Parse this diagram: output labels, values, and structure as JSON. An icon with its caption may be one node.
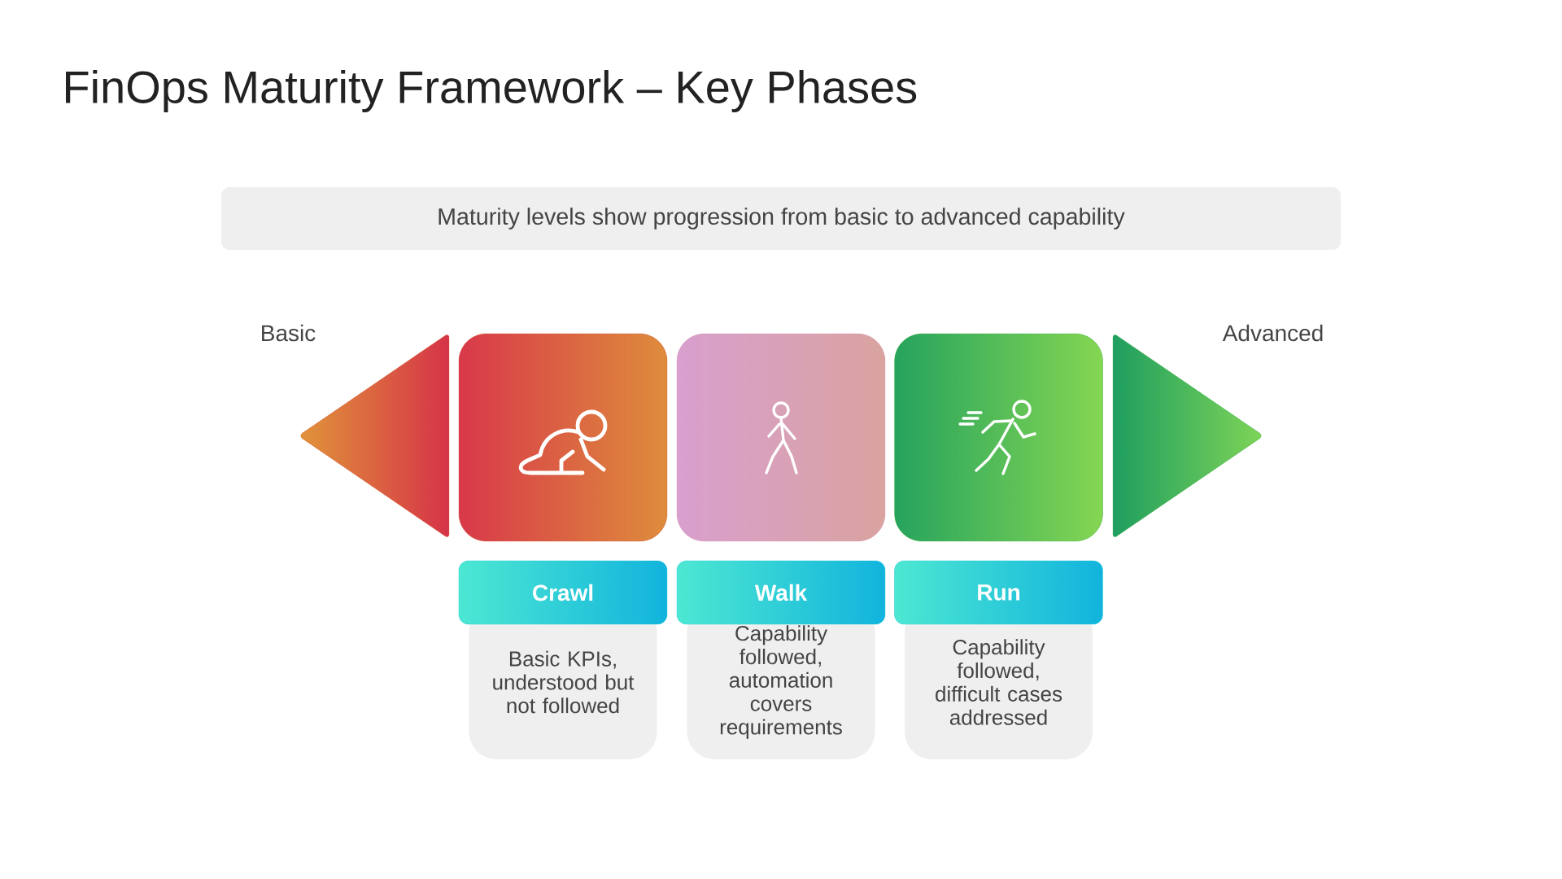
{
  "diagram": {
    "title": "FinOps Maturity Framework – Key Phases",
    "nodes": [
      {
        "text": [
          "Maturity levels show progression from basic to advanced capability"
        ]
      },
      {
        "text": [],
        "shape": "box"
      },
      {
        "text": [],
        "shape": "box"
      },
      {
        "text": [],
        "shape": "box"
      },
      {
        "text": [
          "Crawl"
        ]
      },
      {
        "text": [
          "Walk"
        ]
      },
      {
        "text": [
          "Run"
        ]
      },
      {
        "text": [
          "Basic KPIs, understood but not followed"
        ]
      },
      {
        "text": [
          "Capability followed, automation covers requirements"
        ]
      },
      {
        "text": [
          "Capability followed, difficult cases addressed"
        ]
      }
    ],
    "labels": [
      "Basic",
      "Advanced"
    ]
  }
}
